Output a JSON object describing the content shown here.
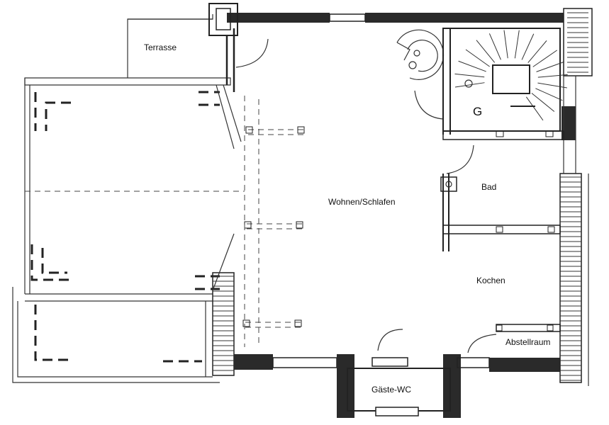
{
  "rooms": {
    "terrasse": "Terrasse",
    "wohnen": "Wohnen/Schlafen",
    "bad": "Bad",
    "kochen": "Kochen",
    "abstellraum": "Abstellraum",
    "gaeste_wc": "Gäste-WC"
  },
  "stair_mark": "G"
}
